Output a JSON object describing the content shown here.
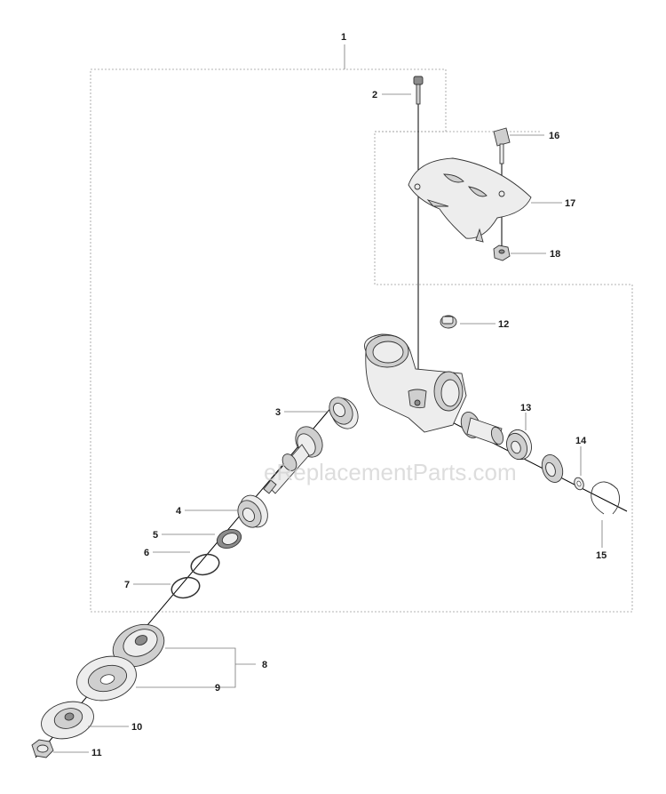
{
  "watermark": "eReplacementParts.com",
  "callouts": [
    "1",
    "2",
    "3",
    "4",
    "5",
    "6",
    "7",
    "8",
    "9",
    "10",
    "11",
    "12",
    "13",
    "14",
    "15",
    "16",
    "17",
    "18"
  ]
}
